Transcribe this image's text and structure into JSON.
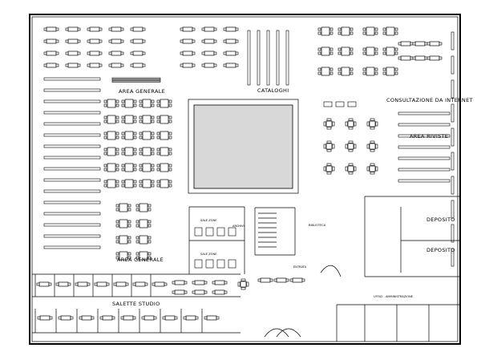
{
  "labels": {
    "area_generale_top": "AREA GENERALE",
    "cataloghi": "CATALOGHI",
    "consultazione": "CONSULTAZIONE DA INTERNET",
    "area_riviste": "AREA RIVISTE",
    "area_generale_bottom": "AREA GENERALE",
    "salette_studio": "SALETTE STUDIO",
    "deposito_1": "DEPOSITO",
    "deposito_2": "DEPOSITO",
    "uffici": "UFFICI - AMMINISTRAZIONE",
    "small_room_1": "SALE ZONE",
    "small_room_2": "SALE ZONE",
    "small_room_3": "ARCHIVI",
    "small_room_4": "BIBLIOTECA",
    "small_room_5": "ENTRATA"
  }
}
